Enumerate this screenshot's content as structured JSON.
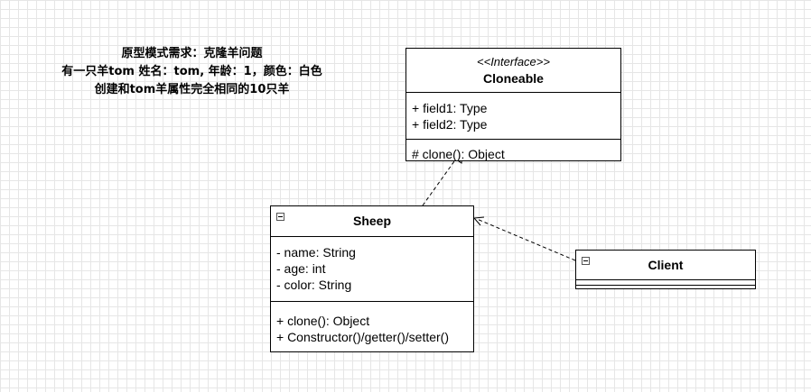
{
  "note": {
    "line1": "原型模式需求：克隆羊问题",
    "line2": "有一只羊tom 姓名：tom, 年龄：1，颜色：白色",
    "line3": "创建和tom羊属性完全相同的10只羊"
  },
  "cloneable": {
    "stereotype": "<<Interface>>",
    "name": "Cloneable",
    "fields": [
      "+ field1: Type",
      "+ field2: Type"
    ],
    "methods": [
      "# clone(): Object"
    ]
  },
  "sheep": {
    "name": "Sheep",
    "fields": [
      "- name: String",
      "- age: int",
      "- color: String"
    ],
    "methods": [
      "+ clone(): Object",
      "+ Constructor()/getter()/setter()"
    ]
  },
  "client": {
    "name": "Client"
  }
}
